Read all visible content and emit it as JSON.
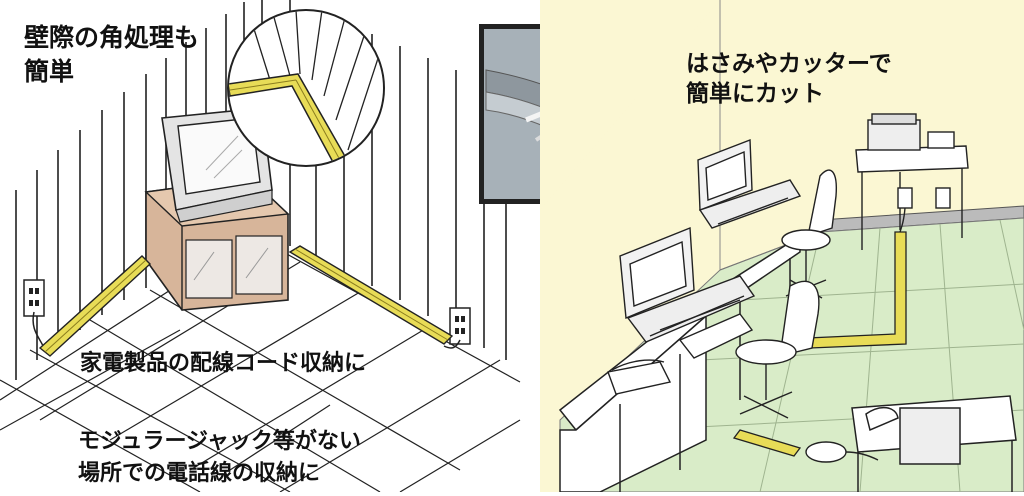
{
  "captions": {
    "corner_line1": "壁際の角処理も",
    "corner_line2": "簡単",
    "scissors_line1": "はさみやカッターで",
    "scissors_line2": "簡単にカット",
    "appliance_cord": "家電製品の配線コード収納に",
    "phone_line1": "モジュラージャック等がない",
    "phone_line2": "場所での電話線の収納に"
  },
  "colors": {
    "cord_cover": "#e8dc57",
    "cabinet": "#d7b59a",
    "office_bg": "#fbf7d3",
    "office_floor": "#d9ecc8",
    "office_wall_stripe": "#bbbbbb",
    "photo_bg": "#a7b1b8"
  }
}
